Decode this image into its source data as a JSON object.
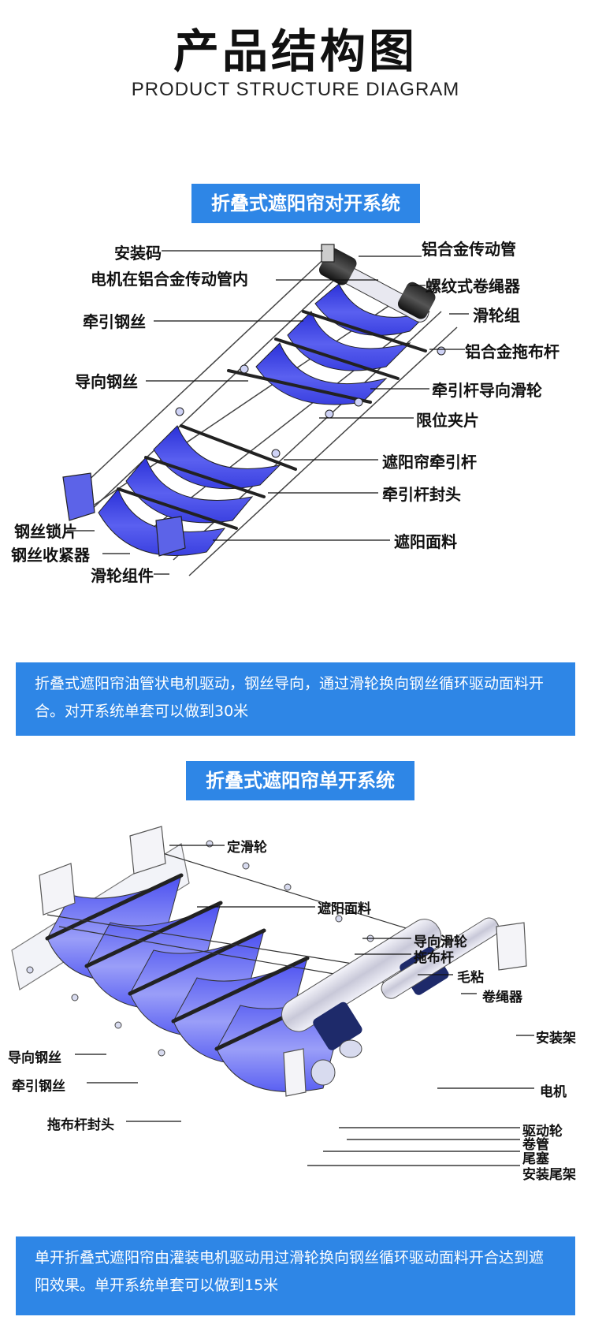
{
  "header": {
    "title": "产品结构图",
    "subtitle": "PRODUCT STRUCTURE DIAGRAM"
  },
  "section1": {
    "banner": "折叠式遮阳帘对开系统",
    "labels": {
      "mount_code": "安装码",
      "motor_inside": "电机在铝合金传动管内",
      "traction_wire": "牵引钢丝",
      "guide_wire": "导向钢丝",
      "wire_lock": "钢丝锁片",
      "wire_tightener": "钢丝收紧器",
      "pulley_assembly": "滑轮组件",
      "aluminum_tube": "铝合金传动管",
      "screw_winder": "螺纹式卷绳器",
      "pulley_group": "滑轮组",
      "aluminum_drag_rod": "铝合金拖布杆",
      "rod_guide_pulley": "牵引杆导向滑轮",
      "limit_clip": "限位夹片",
      "curtain_traction_rod": "遮阳帘牵引杆",
      "rod_end_cap": "牵引杆封头",
      "shade_fabric": "遮阳面料"
    },
    "description": "折叠式遮阳帘油管状电机驱动，钢丝导向，通过滑轮换向钢丝循环驱动面料开合。对开系统单套可以做到30米"
  },
  "section2": {
    "banner": "折叠式遮阳帘单开系统",
    "labels": {
      "fixed_pulley": "定滑轮",
      "shade_fabric": "遮阳面料",
      "guide_pulley": "导向滑轮",
      "drag_rod": "拖布杆",
      "felt": "毛粘",
      "winder": "卷绳器",
      "mount_bracket": "安装架",
      "guide_wire": "导向钢丝",
      "traction_wire": "牵引钢丝",
      "drag_rod_end_cap": "拖布杆封头",
      "motor": "电机",
      "drive_wheel": "驱动轮",
      "roll_tube": "卷管",
      "tail_plug": "尾塞",
      "tail_bracket": "安装尾架"
    },
    "description": "单开折叠式遮阳帘由灌装电机驱动用过滑轮换向钢丝循环驱动面料开合达到遮阳效果。单开系统单套可以做到15米"
  },
  "colors": {
    "banner_bg": "#2e86e6",
    "fabric": "#3f45e8",
    "fabric_light": "#7a80f5"
  }
}
